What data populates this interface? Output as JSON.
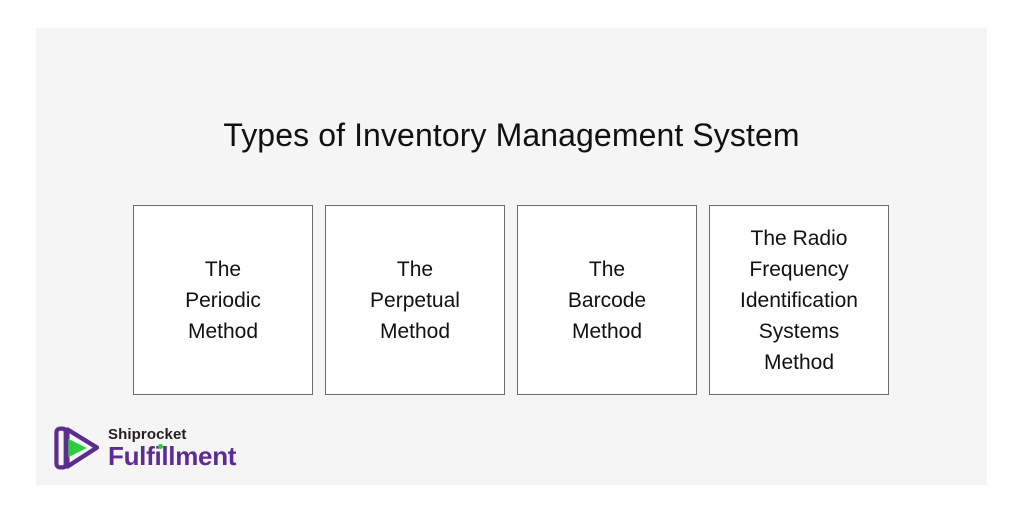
{
  "infographic": {
    "title": "Types of Inventory Management System",
    "background_color": "#f5f5f5",
    "cards": [
      {
        "label": "The\nPeriodic\nMethod"
      },
      {
        "label": "The\nPerpetual\nMethod"
      },
      {
        "label": "The\nBarcode\nMethod"
      },
      {
        "label": "The Radio\nFrequency\nIdentification\nSystems\nMethod"
      }
    ]
  },
  "logo": {
    "brand": "Shiprocket",
    "product": "Fulfillment",
    "mark_icon": "play-triangle-icon",
    "purple": "#5c2d91",
    "green": "#2ecc40",
    "dark": "#231f20"
  }
}
